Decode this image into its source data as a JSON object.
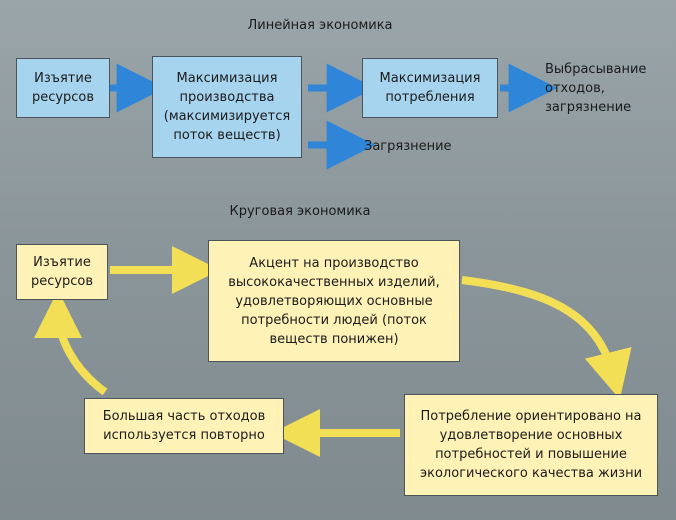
{
  "linear": {
    "title": "Линейная экономика",
    "box1": "Изъятие ресурсов",
    "box2": "Максимизация производства (максимизируется поток веществ)",
    "box3": "Максимизация потребления",
    "out1": "Выбрасывание отходов, загрязнение",
    "out2": "Загрязнение"
  },
  "circular": {
    "title": "Круговая экономика",
    "box1": "Изъятие ресурсов",
    "box2": "Акцент на производство высококачественных изделий, удовлетворяющих основные потребности людей (поток веществ понижен)",
    "box3": "Потребление ориентировано на удовлетворение основных потребностей и повышение экологического качества жизни",
    "box4": "Большая часть отходов используется повторно"
  },
  "colors": {
    "background": "#8e9aa0",
    "blue_box": "#a6d4ef",
    "yellow_box": "#fff2b7",
    "arrow_blue": "#2f86d8",
    "arrow_yellow": "#f3df56"
  }
}
